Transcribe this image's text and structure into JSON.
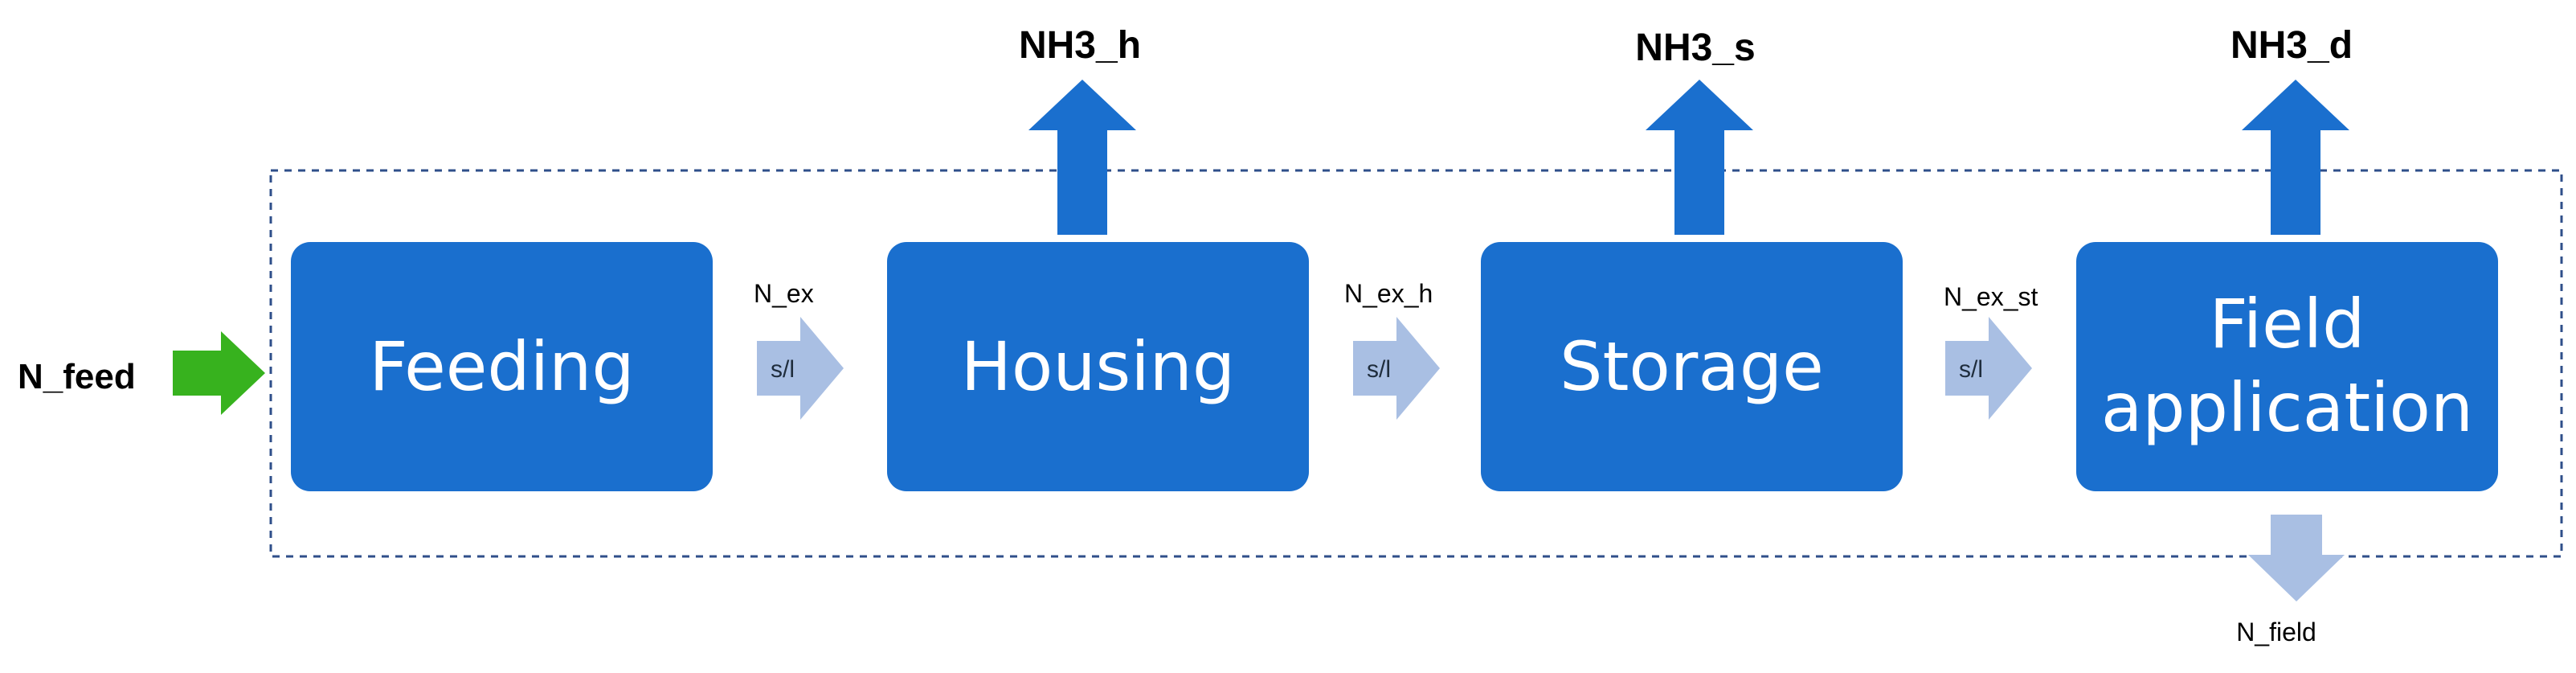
{
  "colors": {
    "stage_fill": "#1a6fce",
    "emission_arrow": "#1a6fce",
    "input_arrow": "#37b21e",
    "flow_arrow": "#a9bfe3",
    "boundary": "#2f4f8a"
  },
  "input": {
    "label": "N_feed"
  },
  "stages": [
    {
      "lines": [
        "Feeding"
      ]
    },
    {
      "lines": [
        "Housing"
      ]
    },
    {
      "lines": [
        "Storage"
      ]
    },
    {
      "lines": [
        "Field",
        "application"
      ]
    }
  ],
  "emissions": [
    {
      "label": "NH3_h"
    },
    {
      "label": "NH3_s"
    },
    {
      "label": "NH3_d"
    }
  ],
  "flows": [
    {
      "label": "N_ex",
      "arrow_text": "s/l"
    },
    {
      "label": "N_ex_h",
      "arrow_text": "s/l"
    },
    {
      "label": "N_ex_st",
      "arrow_text": "s/l"
    }
  ],
  "output": {
    "label": "N_field"
  }
}
